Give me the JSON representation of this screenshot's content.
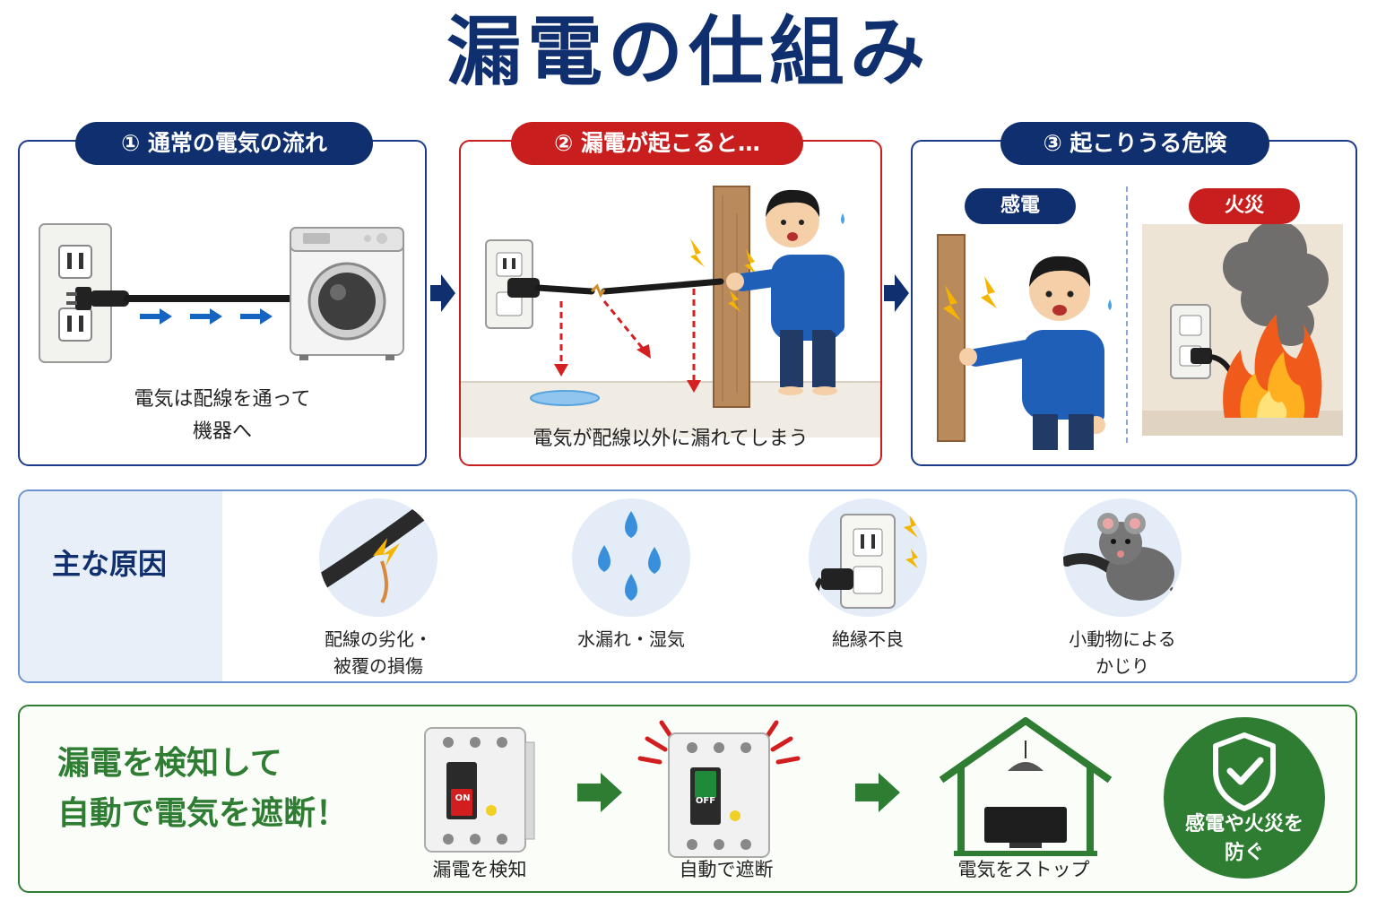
{
  "title": "漏電の仕組み",
  "panels": [
    {
      "label": "① 通常の電気の流れ",
      "caption": "電気は配線を通って\n機器へ"
    },
    {
      "label": "② 漏電が起こると…",
      "caption": "電気が配線以外に漏れてしまう"
    },
    {
      "label": "③ 起こりうる危険",
      "sub_left": "感電",
      "sub_right": "火災"
    }
  ],
  "causes": {
    "title": "主な原因",
    "items": [
      {
        "label": "配線の劣化・\n被覆の損傷",
        "icon": "damaged-wire-icon"
      },
      {
        "label": "水漏れ・湿気",
        "icon": "water-drops-icon"
      },
      {
        "label": "絶縁不良",
        "icon": "outlet-spark-icon"
      },
      {
        "label": "小動物による\nかじり",
        "icon": "mouse-icon"
      }
    ]
  },
  "protection": {
    "headline": "漏電を検知して\n自動で電気を遮断！",
    "steps": [
      {
        "label": "漏電を検知",
        "switch": "ON"
      },
      {
        "label": "自動で遮断",
        "switch": "OFF"
      },
      {
        "label": "電気をストップ"
      }
    ],
    "badge": "感電や火災を\n防ぐ"
  },
  "colors": {
    "navy": "#0f2f6e",
    "red": "#c81e1e",
    "green": "#2e7d32",
    "flow_blue": "#1565c0"
  }
}
